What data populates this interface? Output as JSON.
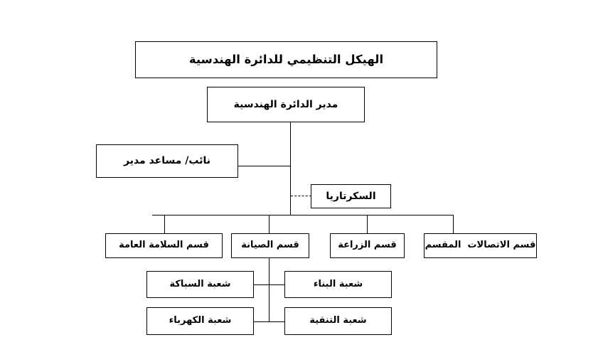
{
  "diagram": {
    "title_box": {
      "label": "الهيكل التنظيمي للدائرة الهندسية"
    },
    "nodes": {
      "director": "مدير الدائرة الهندسية",
      "deputy": "نائب/ مساعد مدير",
      "secretariat": "السكرتاريا",
      "dept_public_safety": "قسم السلامة العامة",
      "dept_maintenance": "قسم الصيانة",
      "dept_agriculture": "قسم الزراعة",
      "dept_communications": "قسم الاتصالات  المقسم",
      "div_plumbing": "شعبة السباكة",
      "div_construction": "شعبة البناء",
      "div_electrical": "شعبة الكهرباء",
      "div_filtration": "شعبة التنقية"
    },
    "colors": {
      "background": "#ffffff",
      "line": "#000000",
      "text": "#000000"
    }
  }
}
